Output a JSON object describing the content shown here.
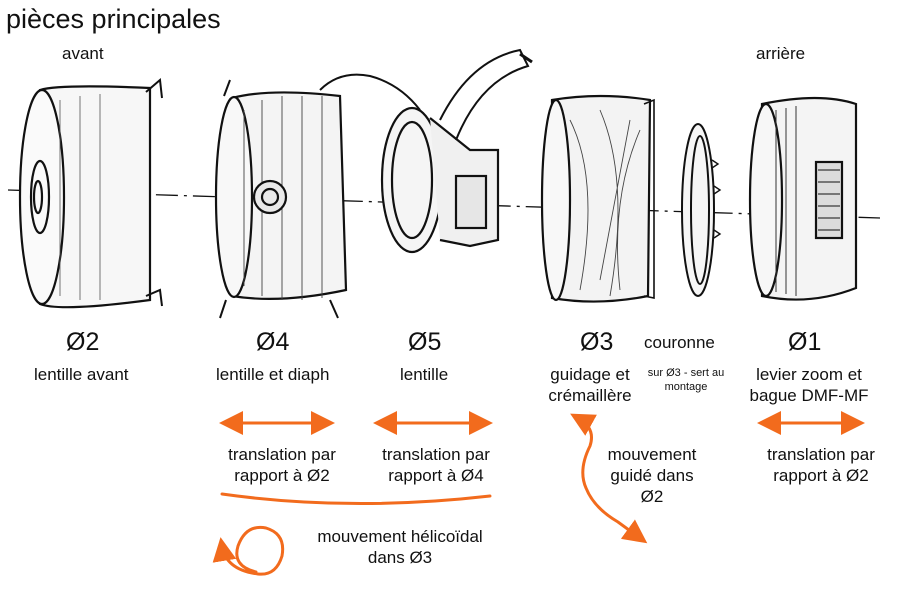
{
  "title": "pièces principales",
  "ends": {
    "front": "avant",
    "rear": "arrière"
  },
  "parts": [
    {
      "id": "Ø2",
      "name": "lentille avant"
    },
    {
      "id": "Ø4",
      "name": "lentille et diaph"
    },
    {
      "id": "Ø5",
      "name": "lentille"
    },
    {
      "id": "Ø3",
      "name": "guidage et crémaillère"
    },
    {
      "id": "",
      "name": "couronne",
      "note": "sur Ø3 - sert au montage"
    },
    {
      "id": "Ø1",
      "name": "levier zoom et bague DMF-MF"
    }
  ],
  "motions": [
    {
      "text": "translation par rapport à Ø2"
    },
    {
      "text": "translation par rapport à Ø4"
    },
    {
      "text": "mouvement guidé dans Ø2"
    },
    {
      "text": "translation par rapport à Ø2"
    },
    {
      "text": "mouvement hélicoïdal dans Ø3"
    }
  ],
  "colors": {
    "accent": "#f26b1d",
    "ink": "#111111"
  }
}
